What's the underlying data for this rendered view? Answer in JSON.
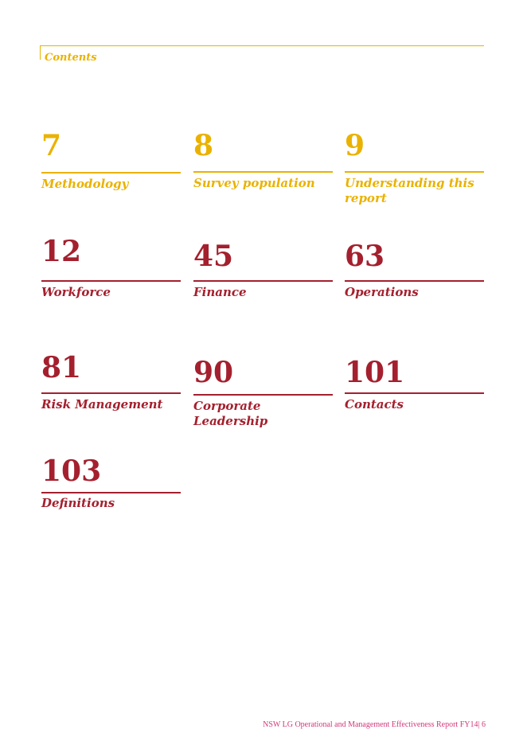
{
  "header": {
    "title": "Contents"
  },
  "entries": [
    {
      "page": "7",
      "label": "Methodology"
    },
    {
      "page": "8",
      "label": "Survey population"
    },
    {
      "page": "9",
      "label": "Understanding this report"
    },
    {
      "page": "12",
      "label": "Workforce"
    },
    {
      "page": "45",
      "label": "Finance"
    },
    {
      "page": "63",
      "label": "Operations"
    },
    {
      "page": "81",
      "label": "Risk Management"
    },
    {
      "page": "90",
      "label": "Corporate Leadership"
    },
    {
      "page": "101",
      "label": "Contacts"
    },
    {
      "page": "103",
      "label": "Definitions"
    }
  ],
  "colors": {
    "accent_yellow": "#eab200",
    "accent_red": "#a4202e",
    "footer_pink": "#d2377a"
  },
  "footer": {
    "text": "NSW LG Operational and Management Effectiveness Report FY14| 6"
  }
}
